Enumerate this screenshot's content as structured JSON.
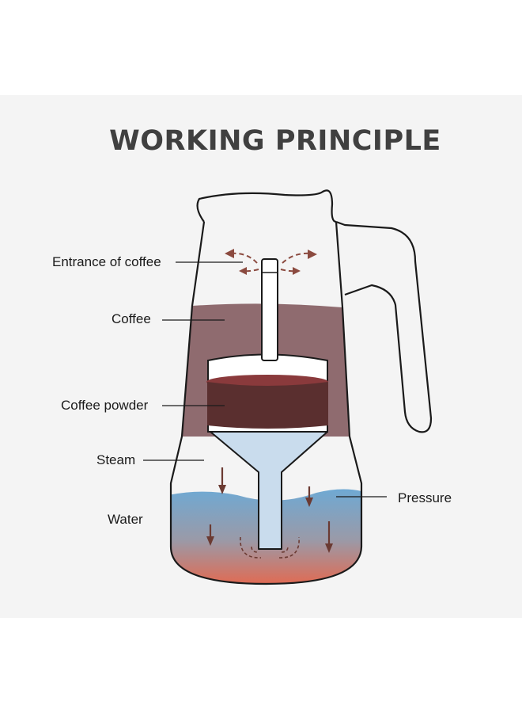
{
  "title": "WORKING PRINCIPLE",
  "labels": {
    "entrance": "Entrance of coffee",
    "coffee": "Coffee",
    "powder": "Coffee powder",
    "steam": "Steam",
    "water": "Water",
    "pressure": "Pressure"
  },
  "colors": {
    "background_panel": "#f4f4f4",
    "coffee_liquid": "#8f6b6f",
    "coffee_powder": "#5a2f2f",
    "powder_top": "#8a3a3c",
    "funnel": "#c9dced",
    "water_top": "#6fa9d3",
    "water_bottom": "#e8452f",
    "arrow": "#6b3a32",
    "outline": "#1a1a1a"
  }
}
